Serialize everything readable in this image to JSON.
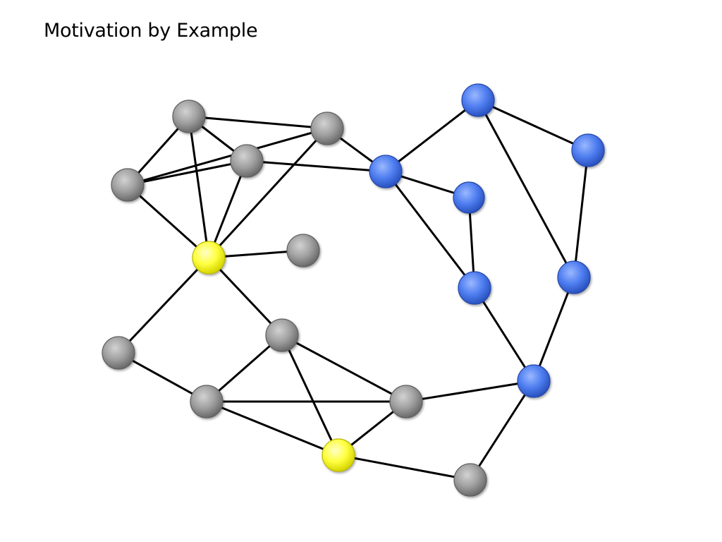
{
  "slide": {
    "title": "Motivation by Example"
  },
  "colors": {
    "gray": "#8f8f8f",
    "yellow": "#ffff33",
    "blue": "#4a78e8",
    "edge": "#000000",
    "background": "#ffffff"
  },
  "graph": {
    "nodes": [
      {
        "id": "g1",
        "group": "gray"
      },
      {
        "id": "g2",
        "group": "gray"
      },
      {
        "id": "g3",
        "group": "gray"
      },
      {
        "id": "g4",
        "group": "gray"
      },
      {
        "id": "y1",
        "group": "yellow"
      },
      {
        "id": "g5",
        "group": "gray"
      },
      {
        "id": "g6",
        "group": "gray"
      },
      {
        "id": "g7",
        "group": "gray"
      },
      {
        "id": "g8",
        "group": "gray"
      },
      {
        "id": "g9",
        "group": "gray"
      },
      {
        "id": "y2",
        "group": "yellow"
      },
      {
        "id": "g10",
        "group": "gray"
      },
      {
        "id": "b1",
        "group": "blue"
      },
      {
        "id": "b2",
        "group": "blue"
      },
      {
        "id": "b3",
        "group": "blue"
      },
      {
        "id": "b4",
        "group": "blue"
      },
      {
        "id": "b5",
        "group": "blue"
      },
      {
        "id": "b6",
        "group": "blue"
      },
      {
        "id": "b7",
        "group": "blue"
      }
    ],
    "edges": [
      [
        "g1",
        "g2"
      ],
      [
        "g1",
        "g3"
      ],
      [
        "g1",
        "g4"
      ],
      [
        "g1",
        "y1"
      ],
      [
        "g4",
        "g3"
      ],
      [
        "g4",
        "g2"
      ],
      [
        "g4",
        "y1"
      ],
      [
        "g3",
        "y1"
      ],
      [
        "g3",
        "b1"
      ],
      [
        "g2",
        "y1"
      ],
      [
        "g2",
        "b1"
      ],
      [
        "y1",
        "g5"
      ],
      [
        "y1",
        "g6"
      ],
      [
        "y1",
        "g8"
      ],
      [
        "g6",
        "g7"
      ],
      [
        "g6",
        "y2"
      ],
      [
        "g6",
        "g9"
      ],
      [
        "g8",
        "g7"
      ],
      [
        "g7",
        "g9"
      ],
      [
        "g7",
        "y2"
      ],
      [
        "g9",
        "y2"
      ],
      [
        "g9",
        "b7"
      ],
      [
        "y2",
        "g10"
      ],
      [
        "g10",
        "b7"
      ],
      [
        "b1",
        "b2"
      ],
      [
        "b1",
        "b4"
      ],
      [
        "b1",
        "b5"
      ],
      [
        "b2",
        "b3"
      ],
      [
        "b2",
        "b6"
      ],
      [
        "b3",
        "b6"
      ],
      [
        "b4",
        "b5"
      ],
      [
        "b5",
        "b7"
      ],
      [
        "b6",
        "b7"
      ]
    ]
  }
}
